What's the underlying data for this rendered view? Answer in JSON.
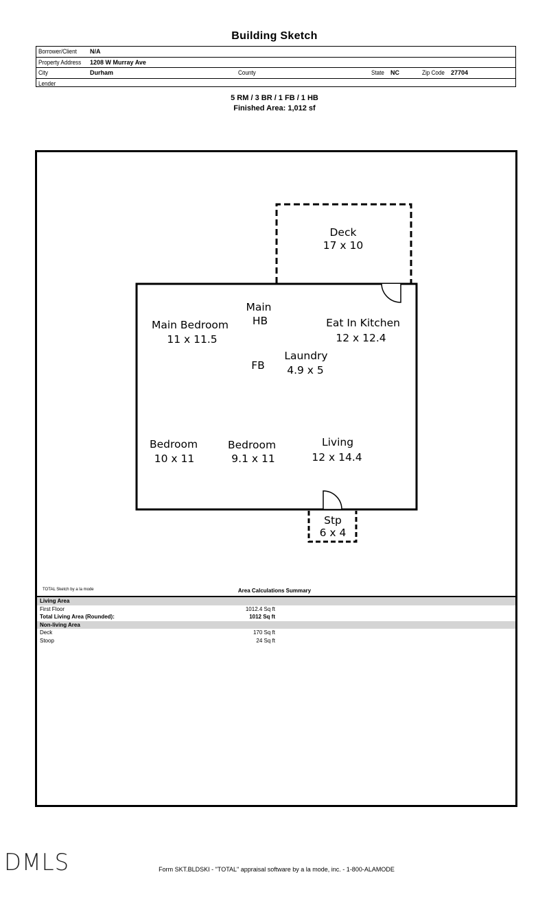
{
  "header": {
    "title": "Building Sketch"
  },
  "info": {
    "borrower_label": "Borrower/Client",
    "borrower_value": "N/A",
    "address_label": "Property Address",
    "address_value": "1208 W Murray Ave",
    "city_label": "City",
    "city_value": "Durham",
    "county_label": "County",
    "county_value": "",
    "state_label": "State",
    "state_value": "NC",
    "zip_label": "Zip Code",
    "zip_value": "27704",
    "lender_label": "Lender",
    "lender_value": ""
  },
  "summary": {
    "rooms": "5 RM / 3 BR / 1 FB / 1 HB",
    "finished_area": "Finished Area: 1,012 sf"
  },
  "plan": {
    "deck": {
      "name": "Deck",
      "dims": "17 x 10"
    },
    "main_bedroom": {
      "name": "Main Bedroom",
      "dims": "11 x 11.5"
    },
    "main_hb": {
      "line1": "Main",
      "line2": "HB"
    },
    "kitchen": {
      "name": "Eat In Kitchen",
      "dims": "12 x 12.4"
    },
    "fb": "FB",
    "laundry": {
      "name": "Laundry",
      "dims": "4.9 x 5"
    },
    "bedroom1": {
      "name": "Bedroom",
      "dims": "10 x 11"
    },
    "bedroom2": {
      "name": "Bedroom",
      "dims": "9.1 x 11"
    },
    "living": {
      "name": "Living",
      "dims": "12 x 14.4"
    },
    "stoop": {
      "name": "Stp",
      "dims": "6 x 4"
    }
  },
  "sketch_note": "TOTAL Sketch by a la mode",
  "area_calc": {
    "title": "Area Calculations Summary",
    "living_header": "Living Area",
    "first_floor_label": "First Floor",
    "first_floor_value": "1012.4 Sq ft",
    "total_label": "Total Living Area (Rounded):",
    "total_value": "1012 Sq ft",
    "nonliving_header": "Non-living Area",
    "deck_label": "Deck",
    "deck_value": "170 Sq ft",
    "stoop_label": "Stoop",
    "stoop_value": "24 Sq ft"
  },
  "watermark": "DMLS",
  "footer": "Form SKT.BLDSKI - \"TOTAL\" appraisal software by a la mode, inc. - 1-800-ALAMODE"
}
